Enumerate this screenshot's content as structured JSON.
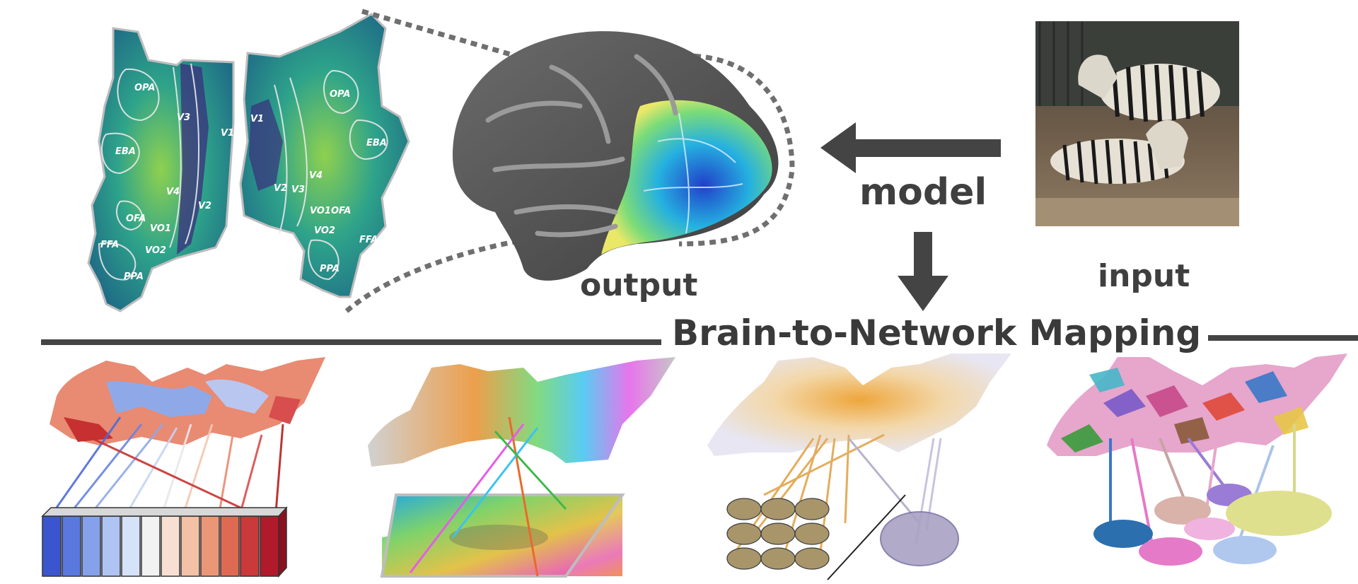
{
  "labels": {
    "model": "model",
    "output": "output",
    "input": "input",
    "section_title": "Brain-to-Network Mapping"
  },
  "roi_labels": {
    "left": [
      "OPA",
      "V3",
      "EBA",
      "V4",
      "V2",
      "OFA",
      "VO1",
      "FFA",
      "VO2",
      "PPA"
    ],
    "right": [
      "V1",
      "OPA",
      "EBA",
      "V4",
      "V2",
      "V3",
      "VO1",
      "OFA",
      "VO2",
      "FFA",
      "PPA"
    ],
    "mid_v1": "V1"
  },
  "colors": {
    "heading": "#3a3a3a",
    "arrow": "#444444",
    "divider": "#444444",
    "flatmap_base": "#2c8f8a",
    "flatmap_hot": "#c9e23a",
    "flatmap_cold": "#3b1f6e",
    "brain_surface": "#5a5a5a"
  },
  "icons": {
    "input_image": "zebra-photo",
    "arrow_left": "arrow-left-icon",
    "arrow_down": "arrow-down-icon"
  }
}
